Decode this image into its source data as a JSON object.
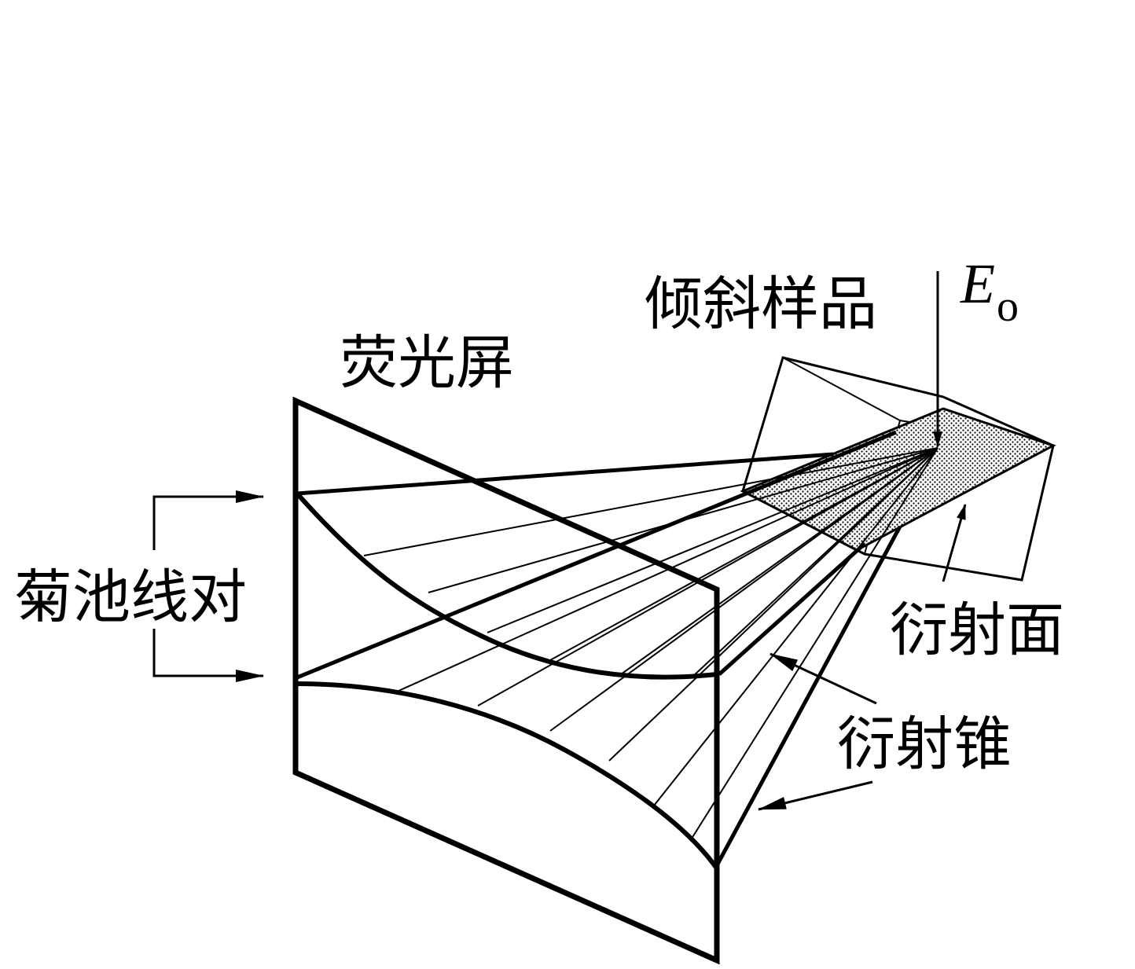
{
  "labels": {
    "sample": "倾斜样品",
    "beam": "E",
    "beam_sub": "o",
    "screen": "荧光屏",
    "kikuchi_pair": "菊池线对",
    "diffraction_plane": "衍射面",
    "diffraction_cone": "衍射锥"
  },
  "colors": {
    "ink": "#000000",
    "background": "#ffffff",
    "plane_fill": "#d0d0d0"
  }
}
